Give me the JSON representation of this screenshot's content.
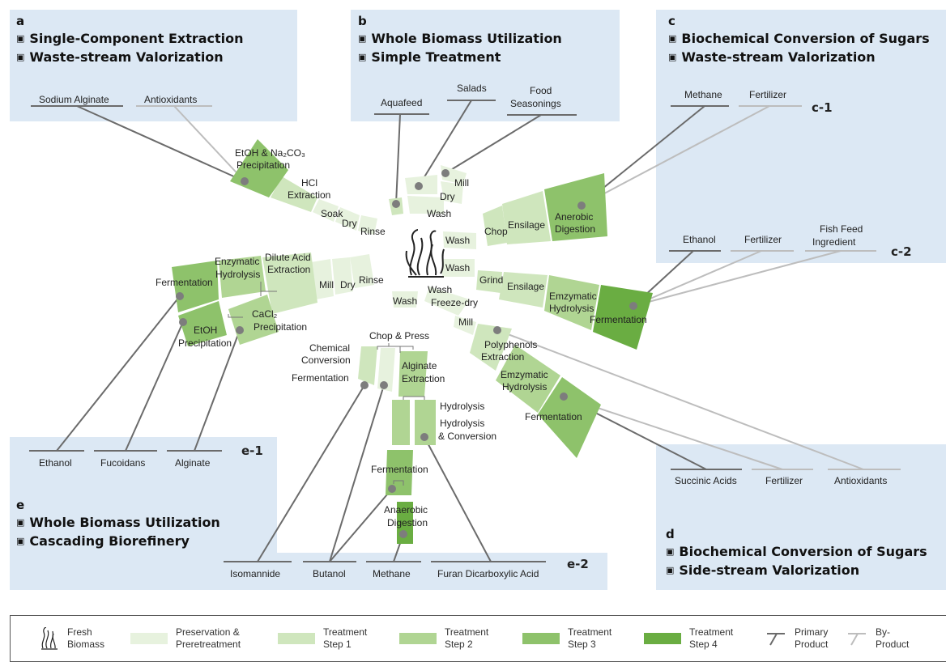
{
  "colors": {
    "panel": "#dce8f4",
    "preservation": "#e7f2de",
    "step1": "#cfe6bd",
    "step2": "#b0d593",
    "step3": "#8ec26b",
    "step4": "#6aad42",
    "primary_line": "#6b6b6b",
    "byproduct_line": "#bdbdbd",
    "dot": "#7d7d7d"
  },
  "panels": {
    "a": {
      "letter": "a",
      "lines": [
        "Single-Component Extraction",
        "Waste-stream Valorization"
      ]
    },
    "b": {
      "letter": "b",
      "lines": [
        "Whole Biomass Utilization",
        "Simple Treatment"
      ]
    },
    "c": {
      "letter": "c",
      "lines": [
        "Biochemical Conversion of Sugars",
        "Waste-stream Valorization"
      ],
      "sub1": "c-1",
      "sub2": "c-2"
    },
    "d": {
      "letter": "d",
      "lines": [
        "Biochemical Conversion of Sugars",
        "Side-stream Valorization"
      ]
    },
    "e": {
      "letter": "e",
      "lines": [
        "Whole Biomass Utilization",
        "Cascading Biorefinery"
      ],
      "sub1": "e-1",
      "sub2": "e-2"
    }
  },
  "products": {
    "a": [
      "Sodium Alginate",
      "Antioxidants"
    ],
    "b": [
      "Aquafeed",
      "Salads",
      "Food",
      "Seasonings"
    ],
    "c1": [
      "Methane",
      "Fertilizer"
    ],
    "c2": [
      "Ethanol",
      "Fertilizer",
      "Fish Feed",
      "Ingredient"
    ],
    "d": [
      "Succinic Acids",
      "Fertilizer",
      "Antioxidants"
    ],
    "e1": [
      "Ethanol",
      "Fucoidans",
      "Alginate"
    ],
    "e2": [
      "Isomannide",
      "Butanol",
      "Methane",
      "Furan Dicarboxylic Acid"
    ]
  },
  "steps": {
    "a": [
      "EtOH & Na₂CO₃",
      "Precipitation",
      "HCl",
      "Extraction",
      "Soak",
      "Dry",
      "Rinse"
    ],
    "b": [
      "Mill",
      "Dry",
      "Wash"
    ],
    "c1": [
      "Wash",
      "Chop",
      "Ensilage",
      "Anerobic",
      "Digestion"
    ],
    "c2": [
      "Wash",
      "Grind",
      "Ensilage",
      "Emzymatic",
      "Hydrolysis",
      "Fermentation"
    ],
    "d": [
      "Wash",
      "Freeze-dry",
      "Mill",
      "Polyphenols",
      "Extraction",
      "Emzymatic",
      "Hydrolysis",
      "Fermentation"
    ],
    "e1": [
      "Fermentation",
      "Enzymatic",
      "Hydrolysis",
      "Dilute Acid",
      "Extraction",
      "Mill",
      "Dry",
      "Rinse",
      "EtOH",
      "Precipitation",
      "CaCl₂",
      "Precipitation",
      "Wash"
    ],
    "e2": [
      "Chop & Press",
      "Chemical",
      "Conversion",
      "Fermentation",
      "Alginate",
      "Extraction",
      "Hydrolysis",
      "Hydrolysis",
      "& Conversion",
      "Fermentation",
      "Anaerobic",
      "Digestion"
    ]
  },
  "legend": {
    "items": [
      {
        "label1": "Fresh",
        "label2": "Biomass",
        "icon": "seaweed-icon"
      },
      {
        "label1": "Preservation &",
        "label2": "Preretreatment"
      },
      {
        "label1": "Treatment",
        "label2": "Step 1"
      },
      {
        "label1": "Treatment",
        "label2": "Step 2"
      },
      {
        "label1": "Treatment",
        "label2": "Step 3"
      },
      {
        "label1": "Treatment",
        "label2": "Step 4"
      },
      {
        "label1": "Primary",
        "label2": "Product",
        "icon": "primary-line-icon"
      },
      {
        "label1": "By-",
        "label2": "Product",
        "icon": "byproduct-line-icon"
      }
    ]
  }
}
